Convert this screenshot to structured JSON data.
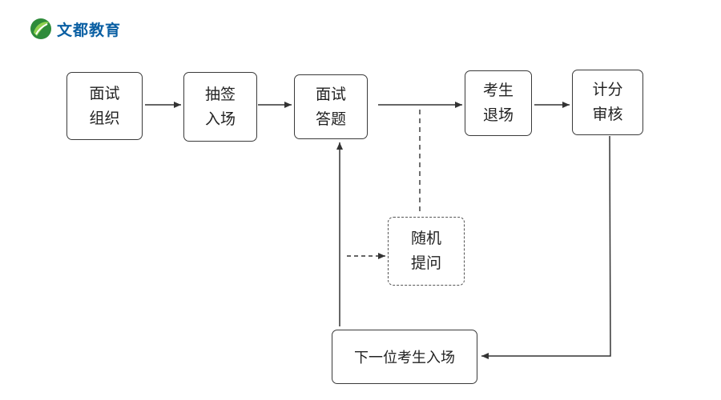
{
  "brand": {
    "name": "文都教育",
    "color": "#0a5fa3",
    "icon": "wendu-leaf-logo-icon"
  },
  "nodes": {
    "organize": {
      "line1": "面试",
      "line2": "组织"
    },
    "draw": {
      "line1": "抽签",
      "line2": "入场"
    },
    "answer": {
      "line1": "面试",
      "line2": "答题"
    },
    "exit": {
      "line1": "考生",
      "line2": "退场"
    },
    "score": {
      "line1": "计分",
      "line2": "审核"
    },
    "random": {
      "line1": "随机",
      "line2": "提问"
    },
    "next": {
      "label": "下一位考生入场"
    }
  },
  "colors": {
    "line": "#333333",
    "border": "#3a3a3a"
  }
}
